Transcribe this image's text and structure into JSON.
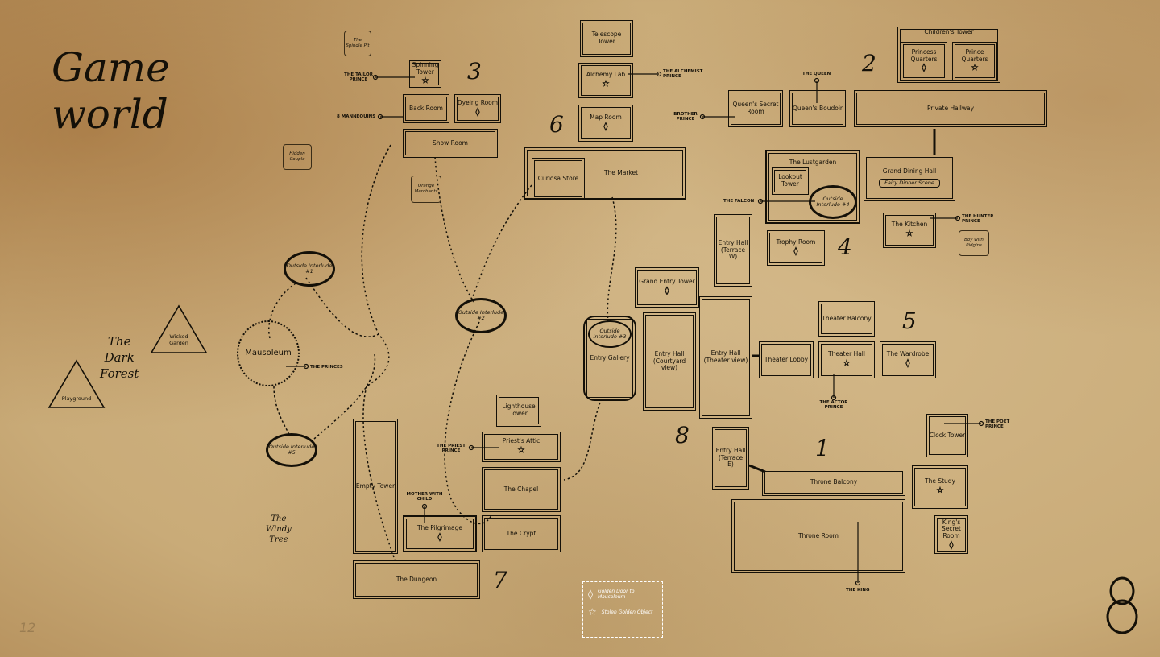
{
  "title": {
    "line1": "Game",
    "line2": "world"
  },
  "page_number": "12",
  "areas": {
    "forest": [
      "The",
      "Dark",
      "Forest"
    ],
    "windy": [
      "The",
      "Windy",
      "Tree"
    ]
  },
  "triangles": {
    "wicked_garden": "Wicked Garden",
    "playground": "Playground"
  },
  "section_numbers": [
    "1",
    "2",
    "3",
    "4",
    "5",
    "6",
    "7",
    "8"
  ],
  "rooms": {
    "spinning_tower": "Spinning Tower",
    "back_room": "Back Room",
    "dyeing_room": "Dyeing Room",
    "show_room": "Show Room",
    "telescope_tower": "Telescope Tower",
    "alchemy_lab": "Alchemy Lab",
    "map_room": "Map Room",
    "curiosa_store": "Curiosa Store",
    "the_market": "The Market",
    "childrens_tower": "Children's Tower",
    "princess_quarters": "Princess Quarters",
    "prince_quarters": "Prince Quarters",
    "queens_secret_room": "Queen's Secret Room",
    "queens_boudoir": "Queen's Boudoir",
    "private_hallway": "Private Hallway",
    "lustgarden": "The Lustgarden",
    "lookout_tower": "Lookout Tower",
    "grand_dining_hall": "Grand Dining Hall",
    "fairy_dinner": "Fairy Dinner Scene",
    "kitchen": "The Kitchen",
    "entry_hall_terrace_w": "Entry Hall (Terrace W)",
    "trophy_room": "Trophy Room",
    "grand_entry_tower": "Grand Entry Tower",
    "entry_gallery": "Entry Gallery",
    "entry_hall_courtyard": "Entry Hall (Courtyard view)",
    "entry_hall_theater": "Entry Hall (Theater view)",
    "theater_balcony": "Theater Balcony",
    "theater_lobby": "Theater Lobby",
    "theater_hall": "Theater Hall",
    "wardrobe": "The Wardrobe",
    "clock_tower": "Clock Tower",
    "entry_hall_terrace_e": "Entry Hall (Terrace E)",
    "throne_balcony": "Throne Balcony",
    "the_study": "The Study",
    "throne_room": "Throne Room",
    "kings_secret_room": "King's Secret Room",
    "lighthouse_tower": "Lighthouse Tower",
    "priests_attic": "Priest's Attic",
    "the_chapel": "The Chapel",
    "the_crypt": "The Crypt",
    "empty_tower": "Empty Tower",
    "pilgrimage": "The Pilgrimage",
    "dungeon": "The Dungeon",
    "mausoleum": "Mausoleum"
  },
  "interludes": {
    "i1": "Outside Interlude #1",
    "i2": "Outside Interlude #2",
    "i3": "Outside Interlude #3",
    "i4": "Outside Interlude #4",
    "i5": "Outside Interlude #5"
  },
  "notes": {
    "spindle_pit": "The Spindle Pit",
    "hidden_couple": "Hidden Couple",
    "orange_merchants": "Orange Merchants",
    "boy_pidgins": "Boy with Pidgins"
  },
  "characters": {
    "tailor_prince": "THE TAILOR PRINCE",
    "mannequins": "8 MANNEQUINS",
    "alchemist_prince": "THE ALCHEMIST PRINCE",
    "the_queen": "THE QUEEN",
    "brother_prince": "BROTHER PRINCE",
    "the_falcon": "THE FALCON",
    "hunter_prince": "THE HUNTER PRINCE",
    "the_princes": "THE PRINCES",
    "actor_prince": "THE ACTOR PRINCE",
    "poet_prince": "THE POET PRINCE",
    "priest_prince": "THE PRIEST PRINCE",
    "mother_child": "MOTHER WITH CHILD",
    "the_king": "THE KING"
  },
  "legend": {
    "door": "Golden Door to Mausoleum",
    "object": "Stolen Golden Object"
  },
  "symbols": {
    "door": "◊",
    "object": "☆"
  }
}
